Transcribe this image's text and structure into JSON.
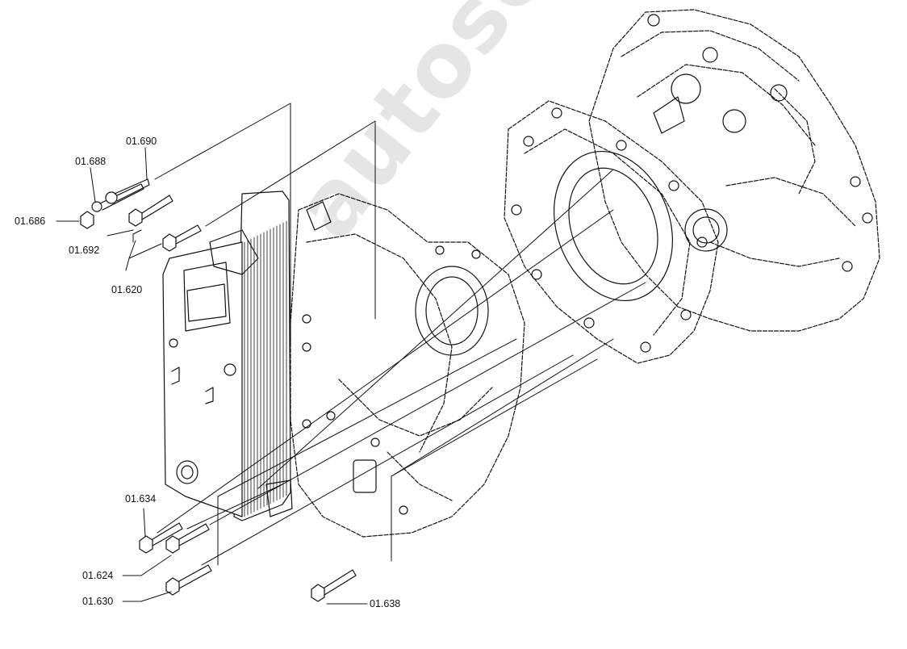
{
  "diagram": {
    "watermark": "autosoft",
    "labels": {
      "p1686": "01.686",
      "p1688": "01.688",
      "p1690": "01.690",
      "p1692": "01.692",
      "p1620": "01.620",
      "p1634": "01.634",
      "p1624": "01.624",
      "p1630": "01.630",
      "p1638": "01.638"
    }
  }
}
